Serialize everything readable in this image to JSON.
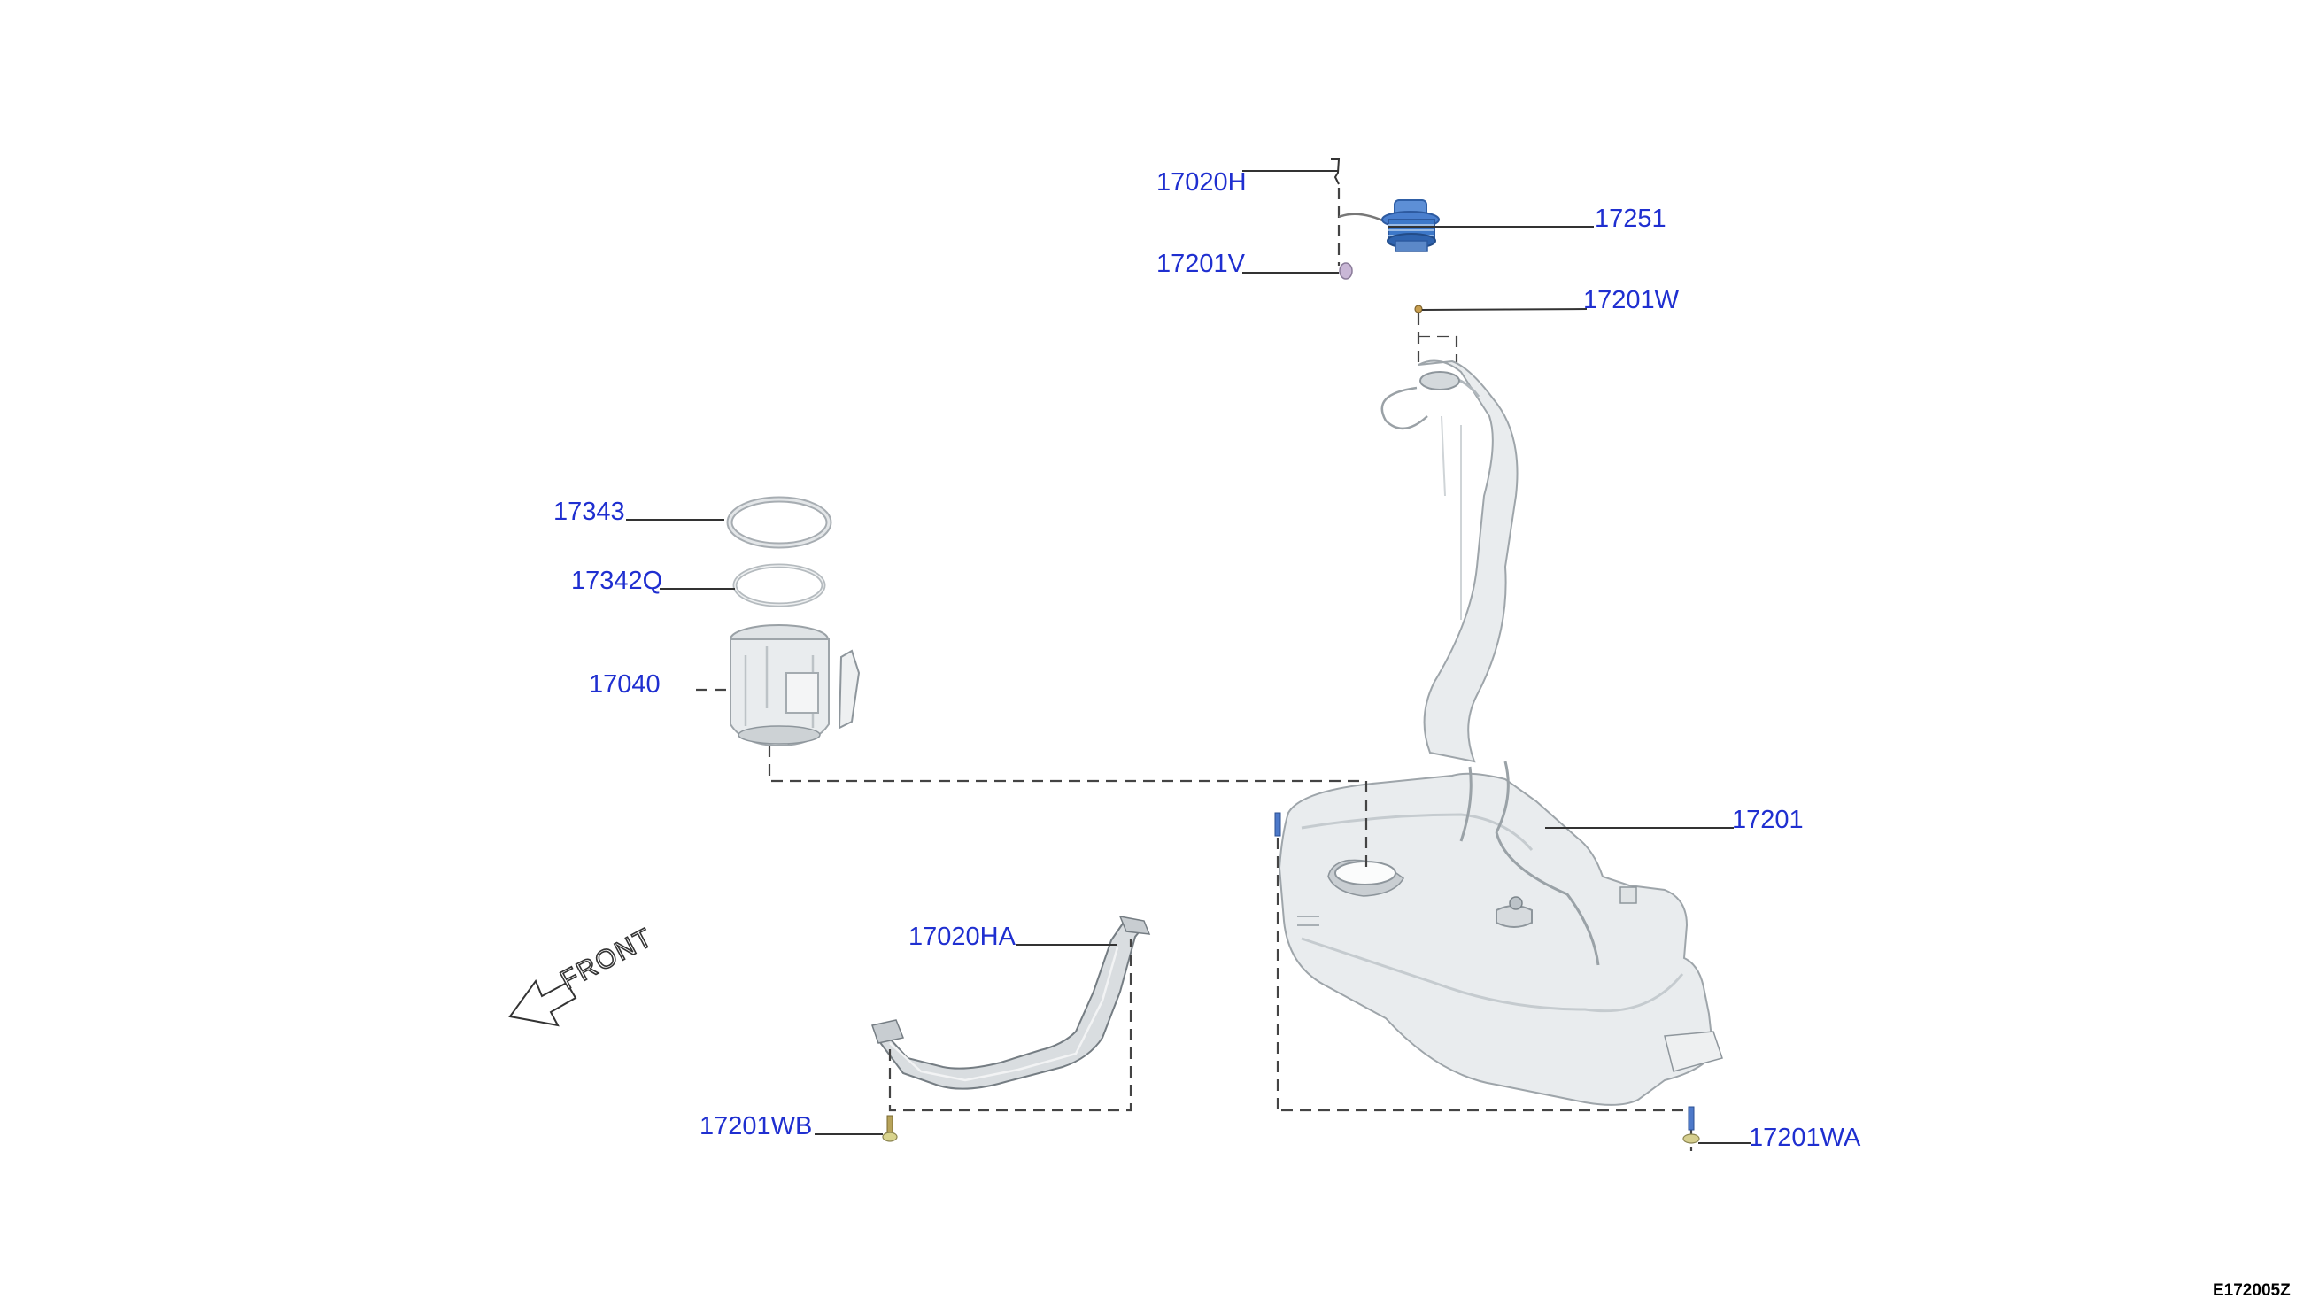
{
  "diagram": {
    "id": "E172005Z",
    "orientation_label": "FRONT",
    "colors": {
      "callout_text": "#1f2fd0",
      "leader_line": "#333333",
      "part_metal": "#e9ecee",
      "cap_blue": "#3d78c9"
    },
    "callouts": [
      {
        "key": "p17020H",
        "label": "17020H"
      },
      {
        "key": "p17251",
        "label": "17251"
      },
      {
        "key": "p17201V",
        "label": "17201V"
      },
      {
        "key": "p17201W",
        "label": "17201W"
      },
      {
        "key": "p17343",
        "label": "17343"
      },
      {
        "key": "p17342Q",
        "label": "17342Q"
      },
      {
        "key": "p17040",
        "label": "17040"
      },
      {
        "key": "p17201",
        "label": "17201"
      },
      {
        "key": "p17020HA",
        "label": "17020HA"
      },
      {
        "key": "p17201WB",
        "label": "17201WB"
      },
      {
        "key": "p17201WA",
        "label": "17201WA"
      }
    ]
  }
}
